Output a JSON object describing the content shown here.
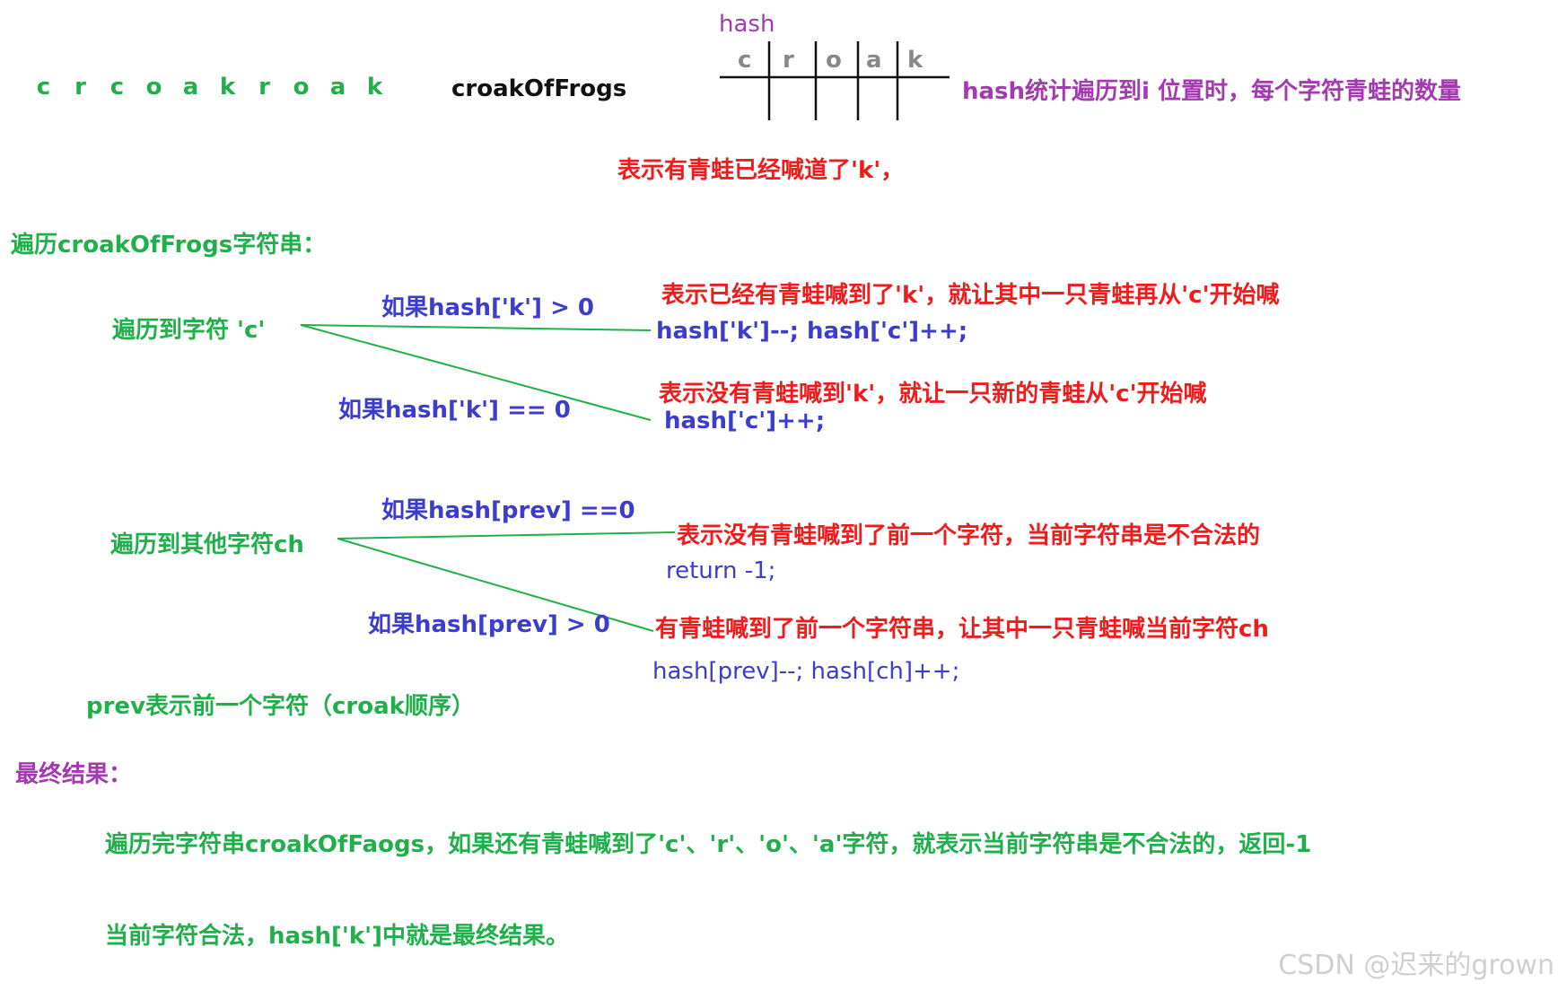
{
  "sequence": [
    "c",
    "r",
    "c",
    "o",
    "a",
    "k",
    "r",
    "o",
    "a",
    "k"
  ],
  "var_name": "croakOfFrogs",
  "hash_table": {
    "label": "hash",
    "cells": [
      "c",
      "r",
      "o",
      "a",
      "k"
    ],
    "description": "hash统计遍历到i 位置时，每个字符青蛙的数量"
  },
  "k_note": "表示有青蛙已经喊道了'k'，",
  "traverse_title": "遍历croakOfFrogs字符串：",
  "case_c": {
    "label": "遍历到字符 'c'",
    "cond1": "如果hash['k'] > 0",
    "desc1": "表示已经有青蛙喊到了'k'，就让其中一只青蛙再从'c'开始喊",
    "code1": "hash['k']--; hash['c']++;",
    "cond2": "如果hash['k'] == 0",
    "desc2": "表示没有青蛙喊到'k'，就让一只新的青蛙从'c'开始喊",
    "code2": "hash['c']++;"
  },
  "case_other": {
    "label": "遍历到其他字符ch",
    "cond1": "如果hash[prev] ==0",
    "desc1": "表示没有青蛙喊到了前一个字符，当前字符串是不合法的",
    "code1": "return -1;",
    "cond2": "如果hash[prev] > 0",
    "desc2": "有青蛙喊到了前一个字符串，让其中一只青蛙喊当前字符ch",
    "code2": "hash[prev]--;   hash[ch]++;"
  },
  "prev_note": "prev表示前一个字符（croak顺序）",
  "final_title": "最终结果：",
  "final_line1": "遍历完字符串croakOfFaogs，如果还有青蛙喊到了'c'、'r'、'o'、'a'字符，就表示当前字符串是不合法的，返回-1",
  "final_line2": "当前字符合法，hash['k']中就是最终结果。",
  "watermark": "CSDN @迟来的grown",
  "colors": {
    "green": "#1fb04b",
    "red": "#ee1c1c",
    "blue": "#3c3ccd",
    "purple": "#a33ab0",
    "gray": "#888888"
  }
}
